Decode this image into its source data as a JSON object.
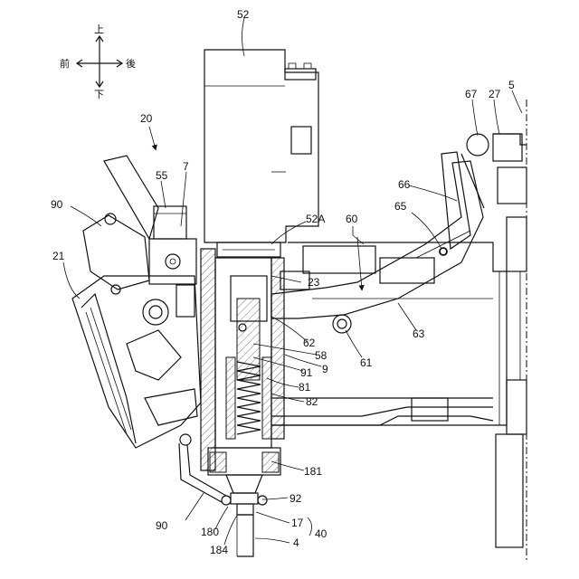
{
  "directions": {
    "up": "上",
    "down": "下",
    "front": "前",
    "back": "後"
  },
  "labels": {
    "l52": "52",
    "l52A": "52A",
    "l20": "20",
    "l55": "55",
    "l7": "7",
    "l90a": "90",
    "l21": "21",
    "l60": "60",
    "l65": "65",
    "l66": "66",
    "l67": "67",
    "l27": "27",
    "l5": "5",
    "l23": "23",
    "l62": "62",
    "l58": "58",
    "l91": "91",
    "l9": "9",
    "l61": "61",
    "l63": "63",
    "l81": "81",
    "l82": "82",
    "l181": "181",
    "l92": "92",
    "l90b": "90",
    "l180": "180",
    "l17": "17",
    "l40": "40",
    "l184": "184",
    "l4": "4"
  }
}
